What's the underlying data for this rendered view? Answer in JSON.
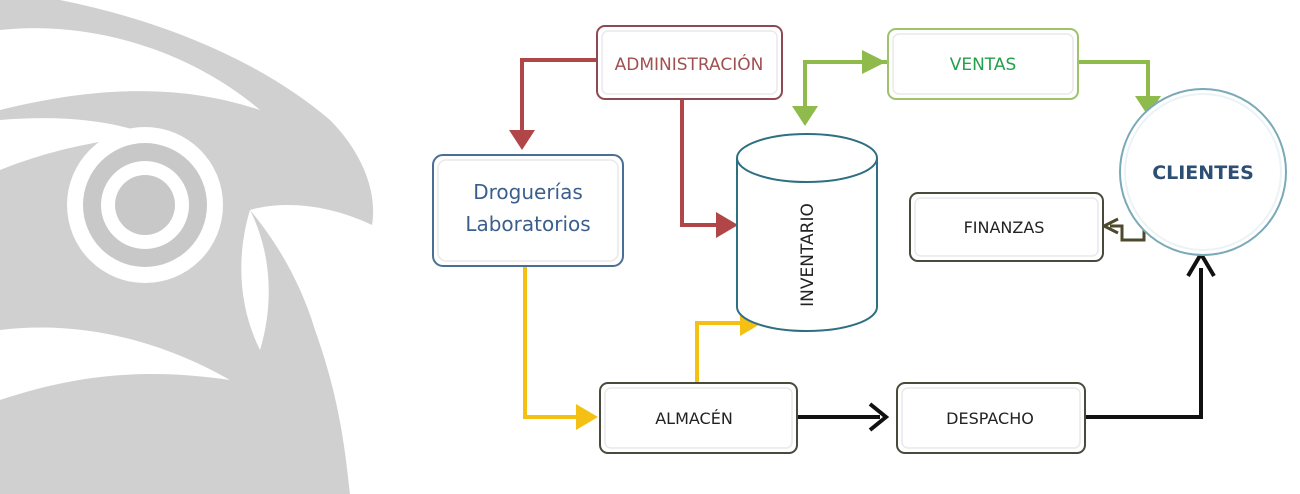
{
  "nodes": {
    "administracion": {
      "label": "ADMINISTRACIÓN",
      "color": "#a05050"
    },
    "ventas": {
      "label": "VENTAS",
      "color": "#22a04b"
    },
    "droguerias": {
      "line1": "Droguerías",
      "line2": "Laboratorios",
      "color": "#3a5f8e"
    },
    "inventario": {
      "label": "INVENTARIO",
      "color": "#222222"
    },
    "clientes": {
      "label": "CLIENTES",
      "color": "#2d4f73"
    },
    "finanzas": {
      "label": "FINANZAS",
      "color": "#222222"
    },
    "almacen": {
      "label": "ALMACÉN",
      "color": "#222222"
    },
    "despacho": {
      "label": "DESPACHO",
      "color": "#222222"
    }
  },
  "flow_colors": {
    "administracion": "#b04648",
    "ventas": "#8fba4c",
    "droguerias": "#f4c013",
    "despacho": "#111111",
    "finanzas": "#4d4a2c"
  },
  "watermark": {
    "color": "#c8c8c8",
    "icon": "owl-head-watermark"
  }
}
